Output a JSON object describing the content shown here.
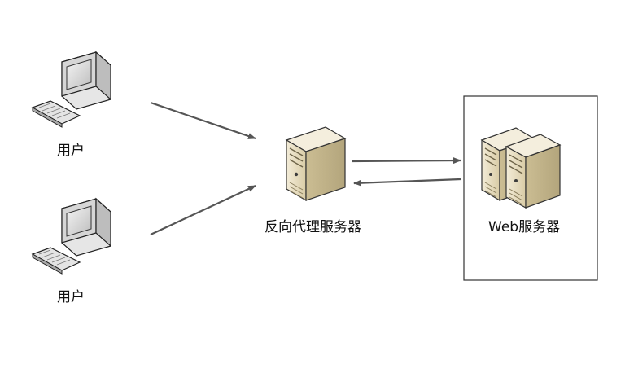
{
  "nodes": {
    "client_top": {
      "label": "用户",
      "icon": "computer-icon"
    },
    "client_bottom": {
      "label": "用户",
      "icon": "computer-icon"
    },
    "proxy": {
      "label": "反向代理服务器",
      "icon": "server-icon"
    },
    "web": {
      "label": "Web服务器",
      "icon": "server-cluster-icon"
    }
  },
  "colors": {
    "arrow": "#555555",
    "box_border": "#333333",
    "server_body": "#e9e0c6",
    "monitor_frame": "#dcdcdc"
  }
}
